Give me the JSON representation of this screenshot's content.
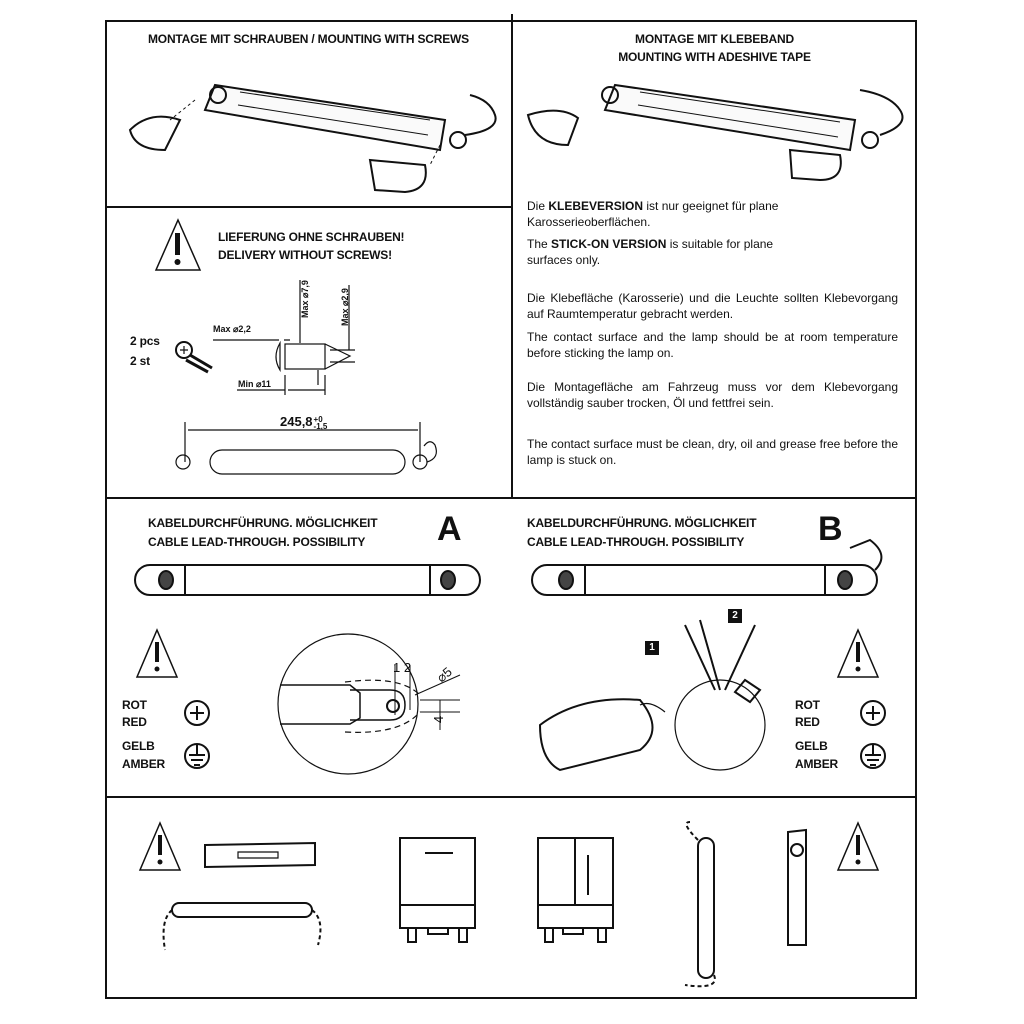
{
  "screws": {
    "title": "MONTAGE MIT SCHRAUBEN / MOUNTING WITH SCREWS"
  },
  "tape": {
    "title_de": "MONTAGE MIT KLEBEBAND",
    "title_en": "MOUNTING WITH ADESHIVE TAPE"
  },
  "delivery": {
    "warning_de": "LIEFERUNG OHNE SCHRAUBEN!",
    "warning_en": "DELIVERY WITHOUT SCREWS!",
    "qty_pcs": "2 pcs",
    "qty_st": "2 st",
    "dim_max22": "Max ⌀2,2",
    "dim_max79": "Max ⌀7,9",
    "dim_max29": "Max ⌀2,9",
    "dim_min11": "Min ⌀11",
    "length_main": "245,8",
    "length_tol_plus": "+0",
    "length_tol_minus": "-1,5"
  },
  "text": {
    "p1_pre": "Die ",
    "p1_bold": "KLEBEVERSION",
    "p1_post": " ist nur geeignet für plane Karosserieoberflächen.",
    "p2_pre": "The ",
    "p2_bold": "STICK-ON VERSION",
    "p2_post": " is suitable for plane surfaces only.",
    "p3": "Die Klebefläche (Karosserie) und die Leuchte sollten Klebevorgang auf Raumtemperatur gebracht werden.",
    "p4": "The contact surface and the lamp should be at room temperature before sticking the lamp on.",
    "p5": "Die Montagefläche am Fahrzeug muss vor dem Klebevorgang vollständig sauber trocken, Öl und fettfrei sein.",
    "p6": "The contact surface must be clean, dry, oil and grease free before the lamp is stuck on."
  },
  "cableA": {
    "line1": "KABELDURCHFÜHRUNG.  MÖGLICHKEIT",
    "line2": "CABLE LEAD-THROUGH.   POSSIBILITY",
    "letter": "A",
    "dim12": "1 2",
    "dim5": "⌀5",
    "dim4": "4"
  },
  "cableB": {
    "line1": "KABELDURCHFÜHRUNG.  MÖGLICHKEIT",
    "line2": "CABLE LEAD-THROUGH.   POSSIBILITY",
    "letter": "B",
    "step1": "1",
    "step2": "2"
  },
  "wiring": {
    "rot": "ROT",
    "red": "RED",
    "gelb": "GELB",
    "amber": "AMBER"
  }
}
